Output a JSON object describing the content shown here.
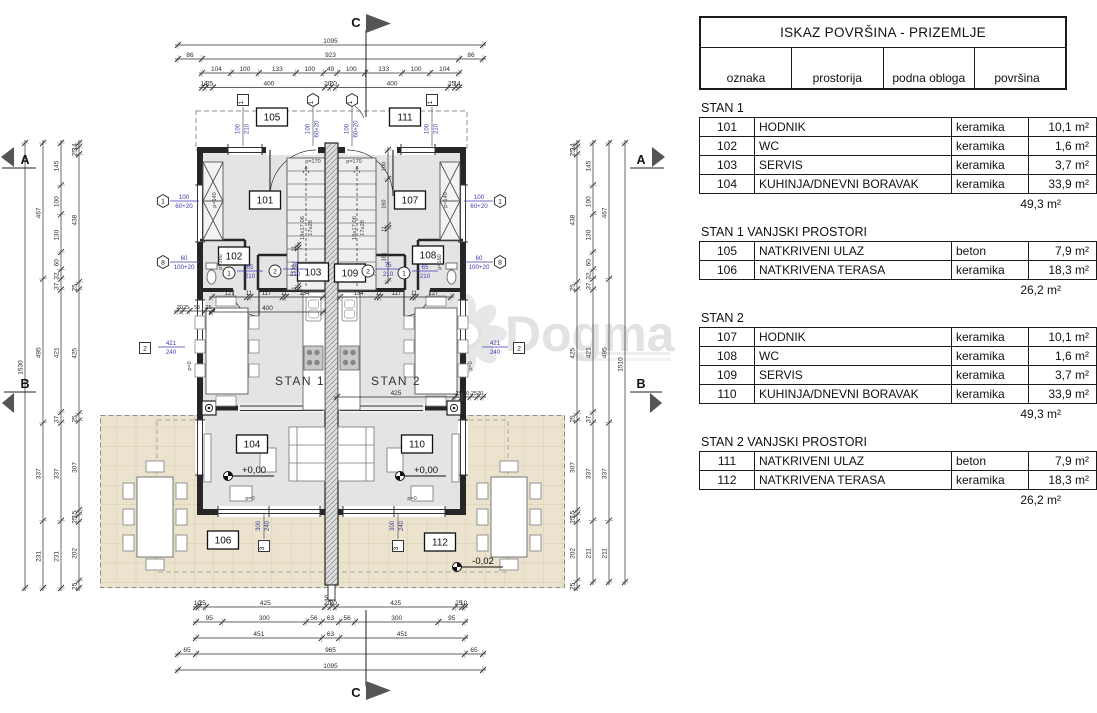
{
  "watermark": {
    "text": "Dogma"
  },
  "plan": {
    "section_markers": {
      "a": "A",
      "b": "B",
      "c": "C"
    },
    "stan_labels": [
      "STAN 1",
      "STAN 2"
    ],
    "room_tags": [
      "101",
      "102",
      "103",
      "104",
      "105",
      "106",
      "107",
      "108",
      "109",
      "110",
      "111",
      "112"
    ],
    "level_markers": [
      "+0,00",
      "+0,00",
      "-0,02"
    ],
    "stair_note": [
      "18x17,06",
      "17x28"
    ],
    "center_gap": "5",
    "notes": {
      "p170": "p=170",
      "p140": "p=140",
      "p160": "p=160",
      "p0": "p=0"
    },
    "opening_tags": {
      "top": [
        {
          "shape": "square",
          "label": "1",
          "dim": [
            "100",
            "210"
          ]
        },
        {
          "shape": "hex",
          "label": "1",
          "dim": [
            "100",
            "60+20"
          ]
        },
        {
          "shape": "hex",
          "label": "1",
          "dim": [
            "100",
            "60+20"
          ]
        },
        {
          "shape": "square",
          "label": "1",
          "dim": [
            "100",
            "210"
          ]
        }
      ],
      "left": [
        {
          "shape": "hex",
          "label": "1",
          "dim": [
            "100",
            "60+20"
          ]
        },
        {
          "shape": "hex",
          "label": "8",
          "dim": [
            "60",
            "100+20"
          ]
        }
      ],
      "right": [
        {
          "shape": "hex",
          "label": "1",
          "dim": [
            "100",
            "60+20"
          ]
        },
        {
          "shape": "hex",
          "label": "8",
          "dim": [
            "60",
            "100+20"
          ]
        }
      ],
      "doors": [
        {
          "shape": "circle",
          "label": "1",
          "dim": [
            "65",
            "210"
          ]
        },
        {
          "shape": "circle",
          "label": "2",
          "dim": [
            "75",
            "210"
          ]
        },
        {
          "shape": "circle",
          "label": "2",
          "dim": [
            "75",
            "210"
          ]
        },
        {
          "shape": "circle",
          "label": "1",
          "dim": [
            "65",
            "210"
          ]
        }
      ],
      "walls": [
        {
          "shape": "square",
          "label": "2",
          "dim": [
            "421",
            "240"
          ]
        },
        {
          "shape": "square",
          "label": "2",
          "dim": [
            "421",
            "240"
          ]
        }
      ],
      "floor": [
        {
          "shape": "square",
          "label": "3",
          "dim": [
            "300",
            "240"
          ]
        },
        {
          "shape": "square",
          "label": "3",
          "dim": [
            "300",
            "240"
          ]
        }
      ]
    },
    "dims": {
      "top": [
        [
          "1095"
        ],
        [
          "86",
          "923",
          "86"
        ],
        [
          "104",
          "100",
          "133",
          "100",
          "49",
          "100",
          "133",
          "100",
          "104"
        ],
        [
          "14",
          "25",
          "400",
          "20",
          "20",
          "400",
          "25",
          "14"
        ]
      ],
      "bottom": [
        [
          "10",
          "25",
          "425",
          "20",
          "20",
          "425",
          "25",
          "10"
        ],
        [
          "95",
          "300",
          "56",
          "63",
          "56",
          "300",
          "95"
        ],
        [
          "451",
          "63",
          "451"
        ],
        [
          "65",
          "965",
          "65"
        ],
        [
          "1095"
        ]
      ],
      "left": [
        [
          "1530"
        ],
        [
          "467",
          "495",
          "337",
          "231"
        ],
        [
          "145",
          "100",
          "130",
          "60",
          "32",
          "37",
          "421",
          "37",
          "337",
          "231"
        ],
        [
          "14",
          "25",
          "438",
          "25",
          "425",
          "25",
          "307",
          "15",
          "25",
          "202",
          "25"
        ]
      ],
      "right": [
        [
          "14",
          "25",
          "438",
          "25",
          "425",
          "25",
          "307",
          "15",
          "25",
          "202",
          "25"
        ],
        [
          "145",
          "100",
          "130",
          "60",
          "32",
          "37",
          "421",
          "37",
          "337",
          "211"
        ],
        [
          "467",
          "495",
          "337",
          "211"
        ],
        [
          "1510"
        ]
      ],
      "inner": {
        "i1": [
          "127",
          "11",
          "117",
          "11",
          "134"
        ],
        "i2": [
          "134",
          "11",
          "117",
          "11",
          "127"
        ],
        "i3": [
          "400"
        ],
        "i4": [
          "425"
        ],
        "i5": [
          "20",
          "25",
          "55",
          "25"
        ],
        "i6": [
          "25",
          "30",
          "25",
          "20"
        ],
        "i7": [
          "100",
          "160",
          "11",
          "181"
        ],
        "i8": [
          "11",
          "130",
          "11"
        ]
      }
    }
  },
  "panel": {
    "title": "ISKAZ POVRŠINA - PRIZEMLJE",
    "columns": [
      "oznaka",
      "prostorija",
      "podna obloga",
      "površina"
    ],
    "sections": [
      {
        "label": "STAN 1",
        "rows": [
          [
            "101",
            "HODNIK",
            "keramika",
            "10,1 m²"
          ],
          [
            "102",
            "WC",
            "keramika",
            "1,6 m²"
          ],
          [
            "103",
            "SERVIS",
            "keramika",
            "3,7 m²"
          ],
          [
            "104",
            "KUHINJA/DNEVNI BORAVAK",
            "keramika",
            "33,9 m²"
          ]
        ],
        "total": "49,3 m²"
      },
      {
        "label": "STAN 1 VANJSKI PROSTORI",
        "rows": [
          [
            "105",
            "NATKRIVENI ULAZ",
            "beton",
            "7,9 m²"
          ],
          [
            "106",
            "NATKRIVENA TERASA",
            "keramika",
            "18,3 m²"
          ]
        ],
        "total": "26,2 m²"
      },
      {
        "label": "STAN 2",
        "rows": [
          [
            "107",
            "HODNIK",
            "keramika",
            "10,1 m²"
          ],
          [
            "108",
            "WC",
            "keramika",
            "1,6 m²"
          ],
          [
            "109",
            "SERVIS",
            "keramika",
            "3,7 m²"
          ],
          [
            "110",
            "KUHINJA/DNEVNI BORAVAK",
            "keramika",
            "33,9 m²"
          ]
        ],
        "total": "49,3 m²"
      },
      {
        "label": "STAN 2 VANJSKI PROSTORI",
        "rows": [
          [
            "111",
            "NATKRIVENI ULAZ",
            "beton",
            "7,9 m²"
          ],
          [
            "112",
            "NATKRIVENA TERASA",
            "keramika",
            "18,3 m²"
          ]
        ],
        "total": "26,2 m²"
      }
    ]
  }
}
